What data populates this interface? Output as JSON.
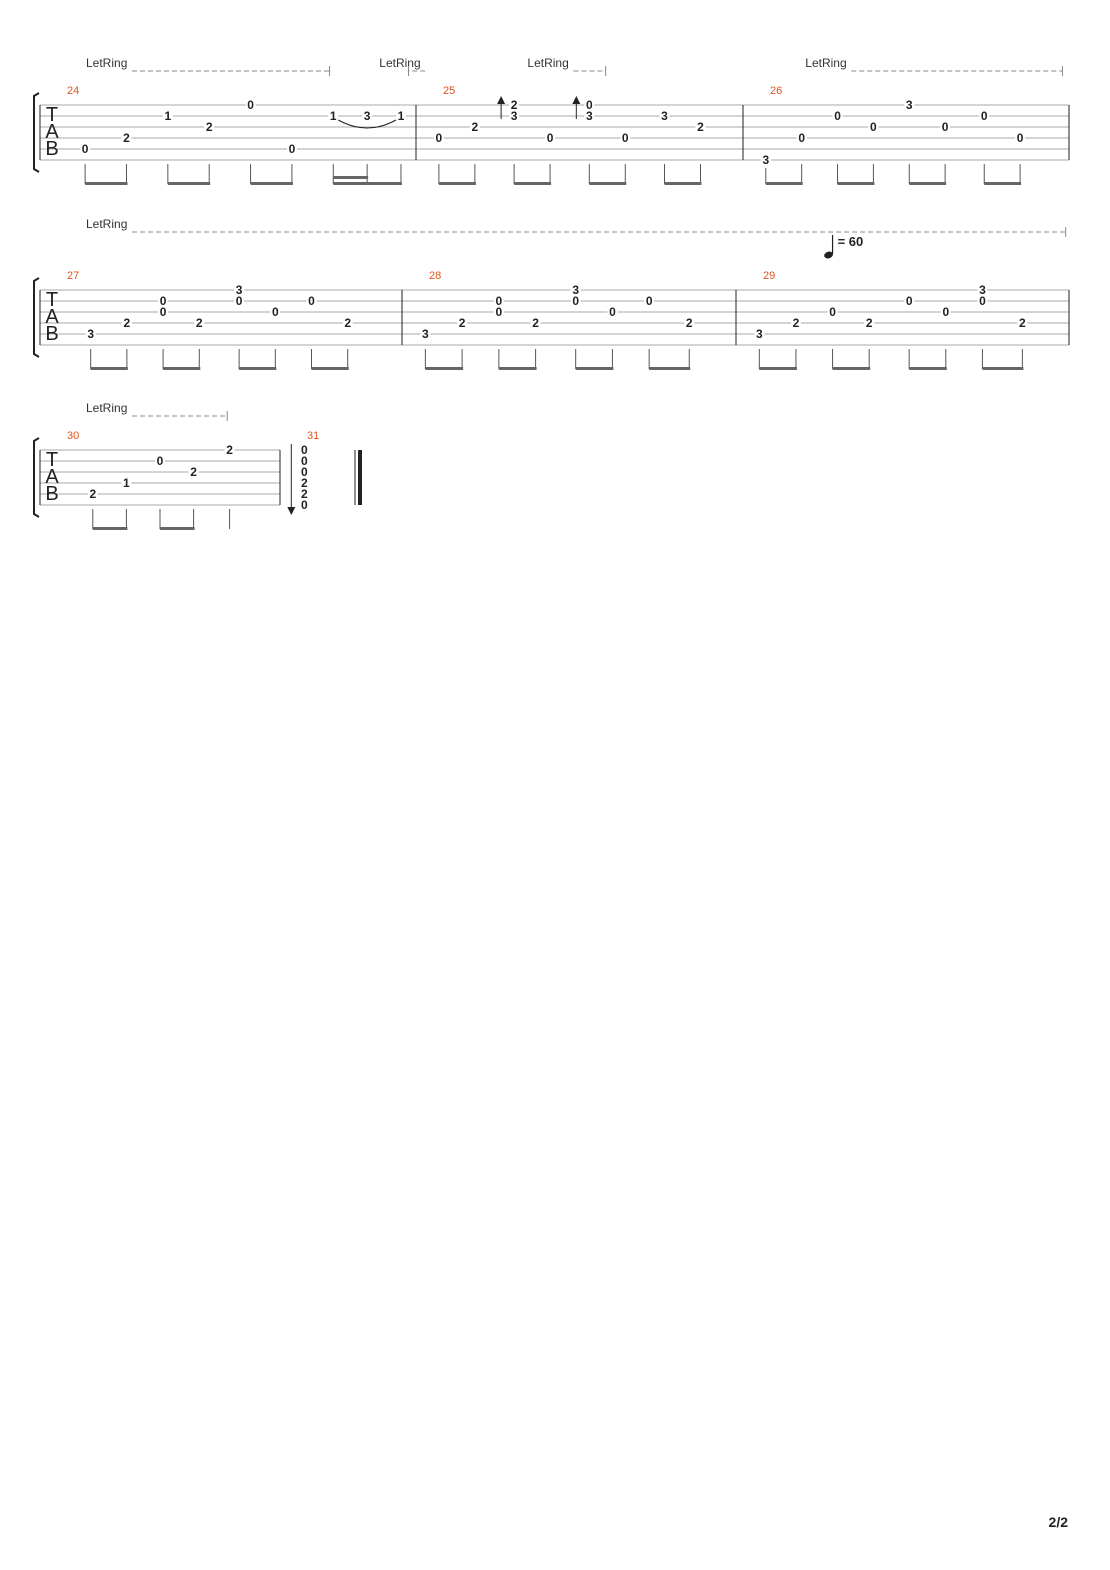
{
  "page_number": "2/2",
  "tab_clef": [
    "T",
    "A",
    "B"
  ],
  "let_ring_text": "LetRing",
  "tempo": {
    "symbol": "quarter-note",
    "value": "= 60"
  },
  "colors": {
    "measure_number": "#e0541e",
    "ink": "#222222",
    "staff_line": "#a8a8a8",
    "dash": "#888888"
  },
  "systems": [
    {
      "let_ring": [
        {
          "label": "LetRing",
          "start": 24.0,
          "end": 24.77
        },
        {
          "label": "LetRing",
          "start": 24.78,
          "end": 24.98
        },
        {
          "label": "LetRing",
          "start": 25.2,
          "end": 25.58
        },
        {
          "label": "LetRing",
          "start": 26.05,
          "end": 26.98
        }
      ],
      "measures": [
        {
          "number": "24",
          "events": [
            {
              "pos": 0.12,
              "notes": [
                {
                  "string": 5,
                  "fret": "0"
                }
              ]
            },
            {
              "pos": 0.23,
              "notes": [
                {
                  "string": 4,
                  "fret": "2"
                }
              ]
            },
            {
              "pos": 0.34,
              "notes": [
                {
                  "string": 2,
                  "fret": "1"
                }
              ]
            },
            {
              "pos": 0.45,
              "notes": [
                {
                  "string": 3,
                  "fret": "2"
                }
              ]
            },
            {
              "pos": 0.56,
              "notes": [
                {
                  "string": 1,
                  "fret": "0"
                }
              ]
            },
            {
              "pos": 0.67,
              "notes": [
                {
                  "string": 5,
                  "fret": "0"
                }
              ]
            },
            {
              "pos": 0.78,
              "notes": [
                {
                  "string": 2,
                  "fret": "1"
                }
              ]
            },
            {
              "pos": 0.87,
              "notes": [
                {
                  "string": 2,
                  "fret": "3"
                }
              ]
            },
            {
              "pos": 0.96,
              "notes": [
                {
                  "string": 2,
                  "fret": "1"
                }
              ]
            }
          ],
          "beams": [
            [
              0,
              1
            ],
            [
              2,
              3
            ],
            [
              4,
              5
            ],
            [
              6,
              8
            ]
          ],
          "double_beams": [
            [
              6,
              7
            ]
          ],
          "slurs": [
            [
              6,
              8
            ]
          ]
        },
        {
          "number": "25",
          "events": [
            {
              "pos": 0.07,
              "notes": [
                {
                  "string": 4,
                  "fret": "0"
                }
              ]
            },
            {
              "pos": 0.18,
              "notes": [
                {
                  "string": 3,
                  "fret": "2"
                }
              ]
            },
            {
              "pos": 0.3,
              "notes": [
                {
                  "string": 1,
                  "fret": "2"
                },
                {
                  "string": 2,
                  "fret": "3"
                }
              ],
              "stroke": "up"
            },
            {
              "pos": 0.41,
              "notes": [
                {
                  "string": 4,
                  "fret": "0"
                }
              ]
            },
            {
              "pos": 0.53,
              "notes": [
                {
                  "string": 1,
                  "fret": "0"
                },
                {
                  "string": 2,
                  "fret": "3"
                }
              ],
              "stroke": "up"
            },
            {
              "pos": 0.64,
              "notes": [
                {
                  "string": 4,
                  "fret": "0"
                }
              ]
            },
            {
              "pos": 0.76,
              "notes": [
                {
                  "string": 2,
                  "fret": "3"
                }
              ]
            },
            {
              "pos": 0.87,
              "notes": [
                {
                  "string": 3,
                  "fret": "2"
                }
              ]
            }
          ],
          "beams": [
            [
              0,
              1
            ],
            [
              2,
              3
            ],
            [
              4,
              5
            ],
            [
              6,
              7
            ]
          ]
        },
        {
          "number": "26",
          "events": [
            {
              "pos": 0.07,
              "notes": [
                {
                  "string": 6,
                  "fret": "3"
                }
              ]
            },
            {
              "pos": 0.18,
              "notes": [
                {
                  "string": 4,
                  "fret": "0"
                }
              ]
            },
            {
              "pos": 0.29,
              "notes": [
                {
                  "string": 2,
                  "fret": "0"
                }
              ]
            },
            {
              "pos": 0.4,
              "notes": [
                {
                  "string": 3,
                  "fret": "0"
                }
              ]
            },
            {
              "pos": 0.51,
              "notes": [
                {
                  "string": 1,
                  "fret": "3"
                }
              ]
            },
            {
              "pos": 0.62,
              "notes": [
                {
                  "string": 3,
                  "fret": "0"
                }
              ]
            },
            {
              "pos": 0.74,
              "notes": [
                {
                  "string": 2,
                  "fret": "0"
                }
              ]
            },
            {
              "pos": 0.85,
              "notes": [
                {
                  "string": 4,
                  "fret": "0"
                }
              ]
            }
          ],
          "beams": [
            [
              0,
              1
            ],
            [
              2,
              3
            ],
            [
              4,
              5
            ],
            [
              6,
              7
            ]
          ]
        }
      ]
    },
    {
      "let_ring": [
        {
          "label": "LetRing",
          "start": 27.0,
          "end": 29.99
        }
      ],
      "measures": [
        {
          "number": "27",
          "events": [
            {
              "pos": 0.14,
              "notes": [
                {
                  "string": 5,
                  "fret": "3"
                }
              ]
            },
            {
              "pos": 0.24,
              "notes": [
                {
                  "string": 4,
                  "fret": "2"
                }
              ]
            },
            {
              "pos": 0.34,
              "notes": [
                {
                  "string": 2,
                  "fret": "0"
                },
                {
                  "string": 3,
                  "fret": "0"
                }
              ]
            },
            {
              "pos": 0.44,
              "notes": [
                {
                  "string": 4,
                  "fret": "2"
                }
              ]
            },
            {
              "pos": 0.55,
              "notes": [
                {
                  "string": 1,
                  "fret": "3"
                },
                {
                  "string": 2,
                  "fret": "0"
                }
              ]
            },
            {
              "pos": 0.65,
              "notes": [
                {
                  "string": 3,
                  "fret": "0"
                }
              ]
            },
            {
              "pos": 0.75,
              "notes": [
                {
                  "string": 2,
                  "fret": "0"
                }
              ]
            },
            {
              "pos": 0.85,
              "notes": [
                {
                  "string": 4,
                  "fret": "2"
                }
              ]
            }
          ],
          "beams": [
            [
              0,
              1
            ],
            [
              2,
              3
            ],
            [
              4,
              5
            ],
            [
              6,
              7
            ]
          ]
        },
        {
          "number": "28",
          "events": [
            {
              "pos": 0.07,
              "notes": [
                {
                  "string": 5,
                  "fret": "3"
                }
              ]
            },
            {
              "pos": 0.18,
              "notes": [
                {
                  "string": 4,
                  "fret": "2"
                }
              ]
            },
            {
              "pos": 0.29,
              "notes": [
                {
                  "string": 2,
                  "fret": "0"
                },
                {
                  "string": 3,
                  "fret": "0"
                }
              ]
            },
            {
              "pos": 0.4,
              "notes": [
                {
                  "string": 4,
                  "fret": "2"
                }
              ]
            },
            {
              "pos": 0.52,
              "notes": [
                {
                  "string": 1,
                  "fret": "3"
                },
                {
                  "string": 2,
                  "fret": "0"
                }
              ]
            },
            {
              "pos": 0.63,
              "notes": [
                {
                  "string": 3,
                  "fret": "0"
                }
              ]
            },
            {
              "pos": 0.74,
              "notes": [
                {
                  "string": 2,
                  "fret": "0"
                }
              ]
            },
            {
              "pos": 0.86,
              "notes": [
                {
                  "string": 4,
                  "fret": "2"
                }
              ]
            }
          ],
          "beams": [
            [
              0,
              1
            ],
            [
              2,
              3
            ],
            [
              4,
              5
            ],
            [
              6,
              7
            ]
          ]
        },
        {
          "number": "29",
          "events": [
            {
              "pos": 0.07,
              "notes": [
                {
                  "string": 5,
                  "fret": "3"
                }
              ]
            },
            {
              "pos": 0.18,
              "notes": [
                {
                  "string": 4,
                  "fret": "2"
                }
              ]
            },
            {
              "pos": 0.29,
              "notes": [
                {
                  "string": 3,
                  "fret": "0"
                }
              ]
            },
            {
              "pos": 0.4,
              "notes": [
                {
                  "string": 4,
                  "fret": "2"
                }
              ]
            },
            {
              "pos": 0.52,
              "notes": [
                {
                  "string": 2,
                  "fret": "0"
                }
              ]
            },
            {
              "pos": 0.63,
              "notes": [
                {
                  "string": 3,
                  "fret": "0"
                }
              ]
            },
            {
              "pos": 0.74,
              "notes": [
                {
                  "string": 1,
                  "fret": "3"
                },
                {
                  "string": 2,
                  "fret": "0"
                }
              ]
            },
            {
              "pos": 0.86,
              "notes": [
                {
                  "string": 4,
                  "fret": "2"
                }
              ]
            }
          ],
          "beams": [
            [
              0,
              1
            ],
            [
              2,
              3
            ],
            [
              4,
              5
            ],
            [
              6,
              7
            ]
          ],
          "tempo_at_event": 2
        }
      ]
    },
    {
      "let_ring": [
        {
          "label": "LetRing",
          "start": 30.0,
          "end": 30.78
        }
      ],
      "measures": [
        {
          "number": "30",
          "events": [
            {
              "pos": 0.22,
              "notes": [
                {
                  "string": 5,
                  "fret": "2"
                }
              ]
            },
            {
              "pos": 0.36,
              "notes": [
                {
                  "string": 4,
                  "fret": "1"
                }
              ]
            },
            {
              "pos": 0.5,
              "notes": [
                {
                  "string": 2,
                  "fret": "0"
                }
              ]
            },
            {
              "pos": 0.64,
              "notes": [
                {
                  "string": 3,
                  "fret": "2"
                }
              ]
            },
            {
              "pos": 0.79,
              "notes": [
                {
                  "string": 1,
                  "fret": "2"
                }
              ]
            }
          ],
          "beams": [
            [
              0,
              1
            ],
            [
              2,
              3
            ]
          ],
          "single_stems": [
            4
          ]
        },
        {
          "number": "31",
          "events": [
            {
              "pos": 0.3,
              "notes": [
                {
                  "string": 1,
                  "fret": "0"
                },
                {
                  "string": 2,
                  "fret": "0"
                },
                {
                  "string": 3,
                  "fret": "0"
                },
                {
                  "string": 4,
                  "fret": "2"
                },
                {
                  "string": 5,
                  "fret": "2"
                },
                {
                  "string": 6,
                  "fret": "0"
                }
              ],
              "stroke": "down"
            }
          ],
          "beams": [],
          "final_barline": true
        }
      ]
    }
  ]
}
